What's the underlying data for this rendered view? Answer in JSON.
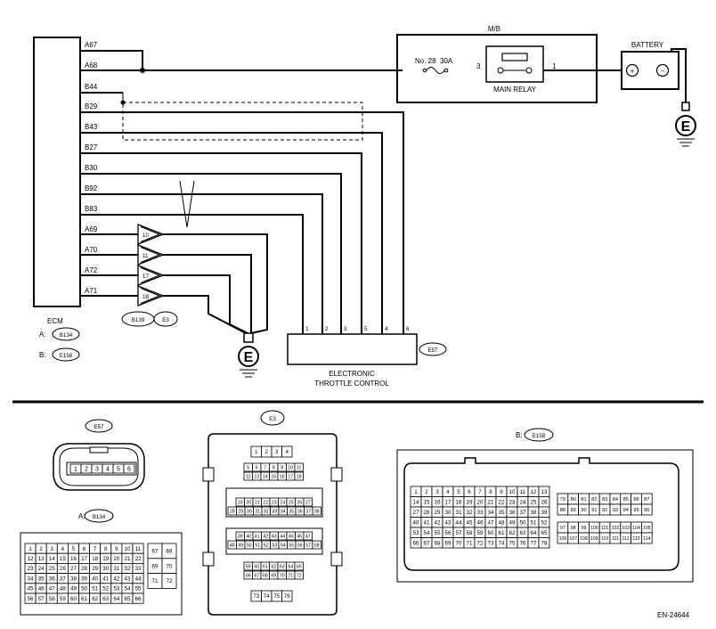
{
  "ecm": {
    "title": "ECM",
    "legend_a_prefix": "A:",
    "legend_a_connector": "B134",
    "legend_b_prefix": "B:",
    "legend_b_connector": "E158",
    "pins": [
      "A67",
      "A68",
      "B44",
      "B29",
      "B43",
      "B27",
      "B30",
      "B92",
      "B83",
      "A69",
      "A70",
      "A72",
      "A71"
    ]
  },
  "mb": {
    "title": "M/B",
    "fuse_label": "No. 28",
    "fuse_rating": "30A",
    "relay_pin_left": "3",
    "relay_pin_right": "1",
    "relay_label": "MAIN RELAY"
  },
  "battery": {
    "title": "BATTERY",
    "plus": "+",
    "minus": "−"
  },
  "ground": {
    "symbol": "E"
  },
  "joint": {
    "pins": [
      "10",
      "11",
      "17",
      "18"
    ],
    "conn_1": "B139",
    "conn_2": "E3"
  },
  "etc": {
    "connector": "E57",
    "line1": "ELECTRONIC",
    "line2": "THROTTLE CONTROL",
    "pins": [
      "1",
      "2",
      "3",
      "5",
      "4",
      "6"
    ]
  },
  "connectors": {
    "e57": {
      "name": "E57",
      "pins": [
        "1",
        "2",
        "3",
        "4",
        "5",
        "6"
      ]
    },
    "b134": {
      "prefix": "A:",
      "name": "B134",
      "rows": [
        [
          "1",
          "2",
          "3",
          "4",
          "5",
          "6",
          "7",
          "8",
          "9",
          "10",
          "11"
        ],
        [
          "12",
          "13",
          "14",
          "15",
          "16",
          "17",
          "18",
          "19",
          "20",
          "21",
          "22"
        ],
        [
          "23",
          "24",
          "25",
          "26",
          "27",
          "28",
          "29",
          "30",
          "31",
          "32",
          "33"
        ],
        [
          "34",
          "35",
          "36",
          "37",
          "38",
          "39",
          "40",
          "41",
          "42",
          "43",
          "44"
        ],
        [
          "45",
          "46",
          "47",
          "48",
          "49",
          "50",
          "51",
          "52",
          "53",
          "54",
          "55"
        ],
        [
          "56",
          "57",
          "58",
          "59",
          "60",
          "61",
          "62",
          "63",
          "64",
          "65",
          "66"
        ]
      ],
      "side": [
        [
          "67",
          "68"
        ],
        [
          "69",
          "70"
        ],
        [
          "71",
          "72"
        ]
      ]
    },
    "e3": {
      "name": "E3",
      "top": [
        "1",
        "2",
        "3",
        "4"
      ],
      "r2": [
        "5",
        "6",
        "7",
        "8",
        "9",
        "10",
        "11"
      ],
      "r3": [
        "12",
        "13",
        "14",
        "15",
        "16",
        "17",
        "18"
      ],
      "r4": [
        "19",
        "20",
        "21",
        "22",
        "23",
        "24",
        "25",
        "26",
        "27"
      ],
      "r5": [
        "28",
        "29",
        "30",
        "31",
        "32",
        "33",
        "34",
        "35",
        "36",
        "37",
        "38"
      ],
      "r6": [
        "39",
        "40",
        "41",
        "42",
        "43",
        "44",
        "45",
        "46",
        "47"
      ],
      "r7": [
        "48",
        "49",
        "50",
        "51",
        "52",
        "53",
        "54",
        "55",
        "56",
        "57",
        "58"
      ],
      "r8": [
        "59",
        "60",
        "61",
        "62",
        "63",
        "64",
        "65"
      ],
      "r9": [
        "66",
        "67",
        "68",
        "69",
        "70",
        "71",
        "72"
      ],
      "bottom": [
        "73",
        "74",
        "75",
        "76"
      ]
    },
    "e158": {
      "prefix": "B:",
      "name": "E158",
      "rows": [
        [
          "1",
          "2",
          "3",
          "4",
          "5",
          "6",
          "7",
          "8",
          "9",
          "10",
          "11",
          "12",
          "13"
        ],
        [
          "14",
          "15",
          "16",
          "17",
          "18",
          "19",
          "20",
          "21",
          "22",
          "23",
          "24",
          "25",
          "26"
        ],
        [
          "27",
          "28",
          "29",
          "30",
          "31",
          "32",
          "33",
          "34",
          "35",
          "36",
          "37",
          "38",
          "39"
        ],
        [
          "40",
          "41",
          "42",
          "43",
          "44",
          "45",
          "46",
          "47",
          "48",
          "49",
          "50",
          "51",
          "52"
        ],
        [
          "53",
          "54",
          "55",
          "56",
          "57",
          "58",
          "59",
          "60",
          "61",
          "62",
          "63",
          "64",
          "65"
        ],
        [
          "66",
          "67",
          "68",
          "69",
          "70",
          "71",
          "72",
          "73",
          "74",
          "75",
          "76",
          "77",
          "78"
        ]
      ],
      "side1": [
        [
          "79",
          "80",
          "81",
          "82",
          "83",
          "84",
          "85",
          "86",
          "87"
        ],
        [
          "88",
          "89",
          "90",
          "91",
          "92",
          "93",
          "94",
          "95",
          "96"
        ]
      ],
      "side2": [
        [
          "97",
          "98",
          "99",
          "100",
          "101",
          "102",
          "103",
          "104",
          "105"
        ],
        [
          "106",
          "107",
          "108",
          "109",
          "110",
          "111",
          "112",
          "113",
          "114"
        ]
      ]
    }
  },
  "figure_id": "EN-24644"
}
